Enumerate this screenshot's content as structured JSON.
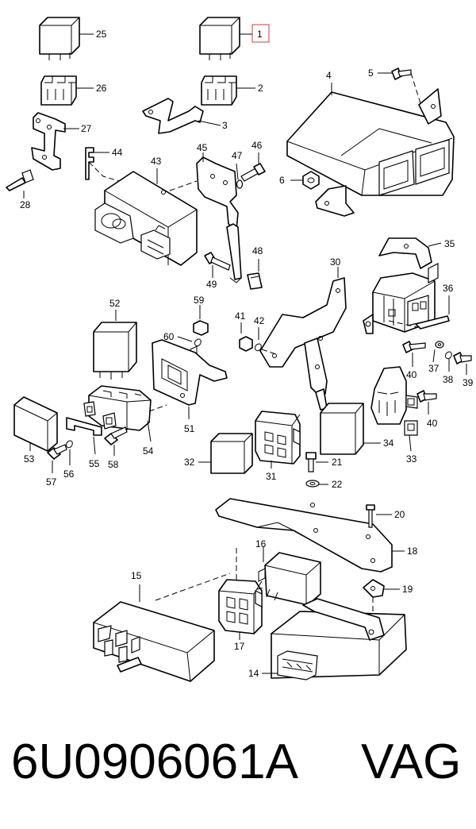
{
  "diagram": {
    "labels": {
      "p1": "1",
      "p2": "2",
      "p3": "3",
      "p4": "4",
      "p5": "5",
      "p6": "6",
      "p14": "14",
      "p15": "15",
      "p16": "16",
      "p17": "17",
      "p18": "18",
      "p19": "19",
      "p20": "20",
      "p21": "21",
      "p22": "22",
      "p25": "25",
      "p26": "26",
      "p27": "27",
      "p28": "28",
      "p30": "30",
      "p31": "31",
      "p32": "32",
      "p33": "33",
      "p34": "34",
      "p35": "35",
      "p36": "36",
      "p37": "37",
      "p38": "38",
      "p39": "39",
      "p40a": "40",
      "p40b": "40",
      "p41": "41",
      "p42": "42",
      "p43": "43",
      "p44": "44",
      "p45": "45",
      "p46": "46",
      "p47": "47",
      "p48": "48",
      "p49": "49",
      "p51": "51",
      "p52": "52",
      "p53": "53",
      "p54": "54",
      "p55": "55",
      "p56": "56",
      "p57": "57",
      "p58": "58",
      "p59": "59",
      "p60": "60"
    },
    "highlighted_part": "1",
    "highlight_color": "#d43a3a"
  },
  "caption": {
    "part_number": "6U0906061A",
    "brand": "VAG"
  }
}
